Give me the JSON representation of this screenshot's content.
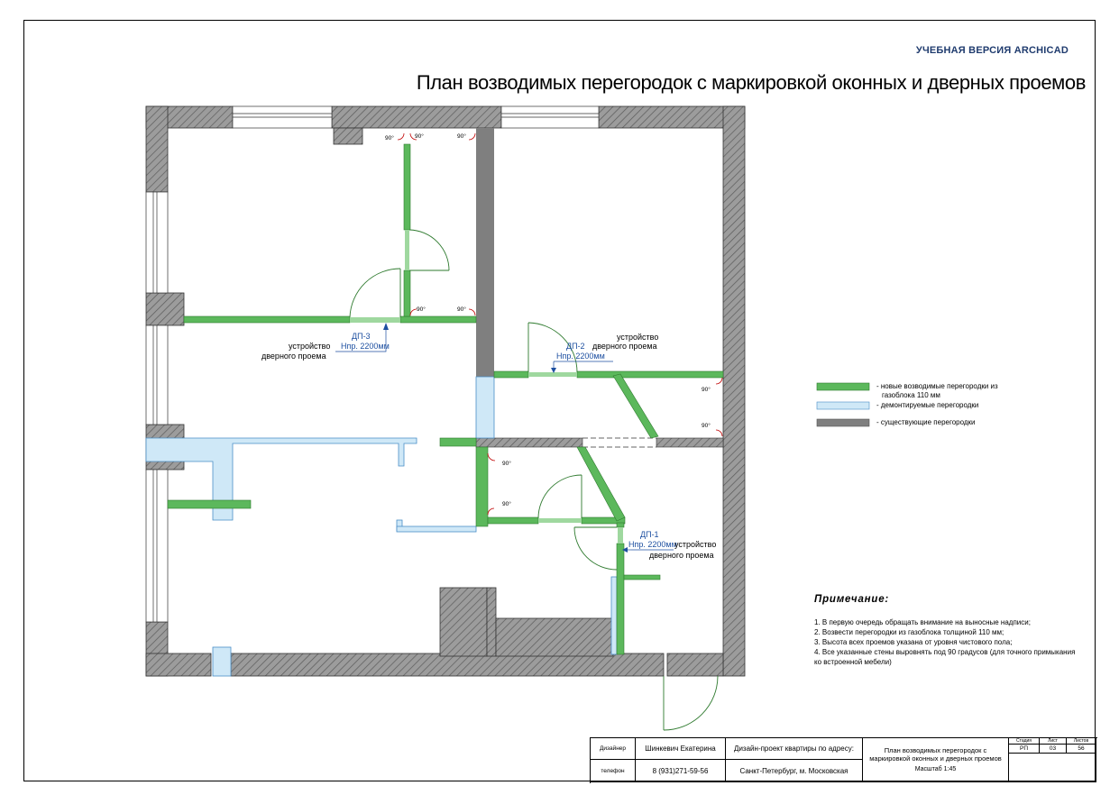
{
  "sheet": {
    "watermark": "УЧЕБНАЯ ВЕРСИЯ ARCHICAD",
    "title": "План возводимых перегородок с маркировкой оконных и дверных проемов"
  },
  "plan": {
    "angle_label": "90°",
    "openings": [
      {
        "tag": "ДП-3",
        "height": "Hпр. 2200мм",
        "caption1": "устройство",
        "caption2": "дверного проема"
      },
      {
        "tag": "ДП-2",
        "height": "Hпр. 2200мм",
        "caption1": "устройство",
        "caption2": "дверного проема"
      },
      {
        "tag": "ДП-1",
        "height": "Hпр. 2200мм",
        "caption1": "устройство",
        "caption2": "дверного проема"
      }
    ]
  },
  "legend": [
    {
      "label": "- новые возводимые перегородки из",
      "label2": "газоблока 110 мм",
      "color": "#5cb85c"
    },
    {
      "label": "- демонтируемые перегородки",
      "color": "#cfe8f7"
    },
    {
      "label": "- существующие перегородки",
      "color": "#7f7f7f"
    }
  ],
  "notes": {
    "heading": "Примечание:",
    "items": [
      "1. В первую очередь обращать внимание на выносные надписи;",
      "2. Возвести перегородки из газоблока толщиной 110 мм;",
      "3. Высота всех проемов указана от уровня чистового пола;",
      "4. Все указанные стены выровнять под 90 градусов (для точного примыкания ко встроенной мебели)"
    ]
  },
  "stamp": {
    "designer_label": "Дизайнер",
    "designer_name": "Шинкевич Екатерина",
    "phone_label": "телефон",
    "phone": "8 (931)271-59-56",
    "project": "Дизайн-проект квартиры по адресу:",
    "address": "Санкт-Петербург, м. Московская",
    "sheet_title": "План возводимых перегородок с маркировкой оконных и дверных проемов",
    "scale": "Масштаб 1:45",
    "col_stage": "Стадия",
    "col_sheet": "Лист",
    "col_sheets": "Листов",
    "stage": "РП",
    "sheet_no": "03",
    "sheets_total": "56"
  }
}
